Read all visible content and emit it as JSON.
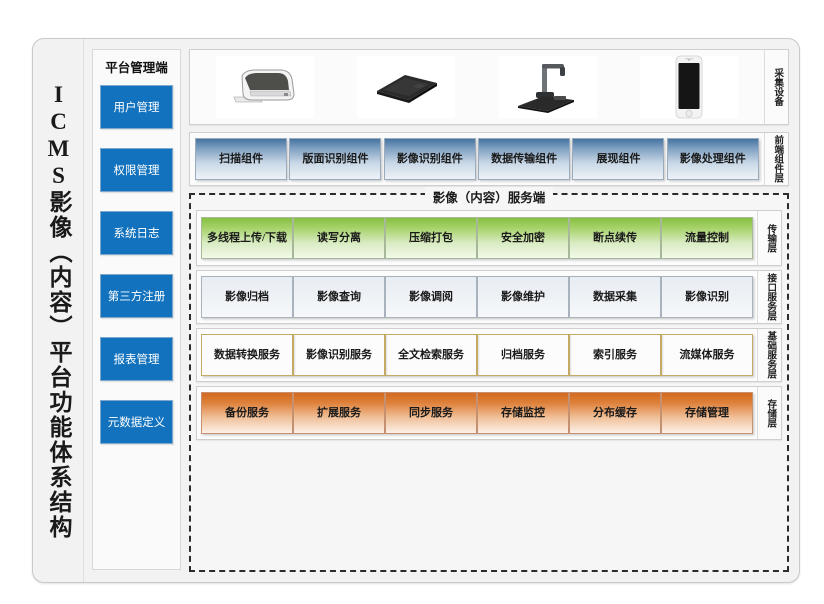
{
  "title_vertical": "ICMS影像（内容）平台功能体系结构",
  "sidebar": {
    "title": "平台管理端",
    "items": [
      {
        "label": "用户管理"
      },
      {
        "label": "权限管理"
      },
      {
        "label": "系统日志"
      },
      {
        "label": "第三方注册"
      },
      {
        "label": "报表管理"
      },
      {
        "label": "元数据定义"
      }
    ]
  },
  "colors": {
    "sidebar_button": "#1272bd",
    "component_blue": "#46739f",
    "transport_green": "#85c043",
    "interface_grey": "#e8edf3",
    "basic_yellow": "#f6c81f",
    "storage_orange": "#d2691e",
    "frame_bg": "#f2f2f2",
    "dashed_border": "#2b2b2b"
  },
  "devices_band": {
    "vlabel": "采集设备",
    "items": [
      {
        "name": "sheetfed-scanner",
        "alt": "扫描仪"
      },
      {
        "name": "flatbed-scanner",
        "alt": "平板扫描仪"
      },
      {
        "name": "document-camera",
        "alt": "高拍仪"
      },
      {
        "name": "smartphone",
        "alt": "手机"
      }
    ]
  },
  "frontend_band": {
    "vlabel": "前端组件层",
    "items": [
      {
        "label": "扫描组件"
      },
      {
        "label": "版面识别组件"
      },
      {
        "label": "影像识别组件"
      },
      {
        "label": "数据传输组件"
      },
      {
        "label": "展现组件"
      },
      {
        "label": "影像处理组件"
      }
    ]
  },
  "server": {
    "title": "影像（内容）服务端",
    "layers": [
      {
        "key": "transport",
        "vlabel": "传输层",
        "style": "green",
        "items": [
          {
            "label": "多线程上传/下载"
          },
          {
            "label": "读写分离"
          },
          {
            "label": "压缩打包"
          },
          {
            "label": "安全加密"
          },
          {
            "label": "断点续传"
          },
          {
            "label": "流量控制"
          }
        ]
      },
      {
        "key": "interface",
        "vlabel": "接口服务层",
        "style": "grey",
        "items": [
          {
            "label": "影像归档"
          },
          {
            "label": "影像查询"
          },
          {
            "label": "影像调阅"
          },
          {
            "label": "影像维护"
          },
          {
            "label": "数据采集"
          },
          {
            "label": "影像识别"
          }
        ]
      },
      {
        "key": "basic",
        "vlabel": "基础服务层",
        "style": "yellow",
        "items": [
          {
            "label": "数据转换服务"
          },
          {
            "label": "影像识别服务"
          },
          {
            "label": "全文检索服务"
          },
          {
            "label": "归档服务"
          },
          {
            "label": "索引服务"
          },
          {
            "label": "流媒体服务"
          }
        ]
      },
      {
        "key": "storage",
        "vlabel": "存储层",
        "style": "orange",
        "items": [
          {
            "label": "备份服务"
          },
          {
            "label": "扩展服务"
          },
          {
            "label": "同步服务"
          },
          {
            "label": "存储监控"
          },
          {
            "label": "分布缓存"
          },
          {
            "label": "存储管理"
          }
        ]
      }
    ]
  }
}
